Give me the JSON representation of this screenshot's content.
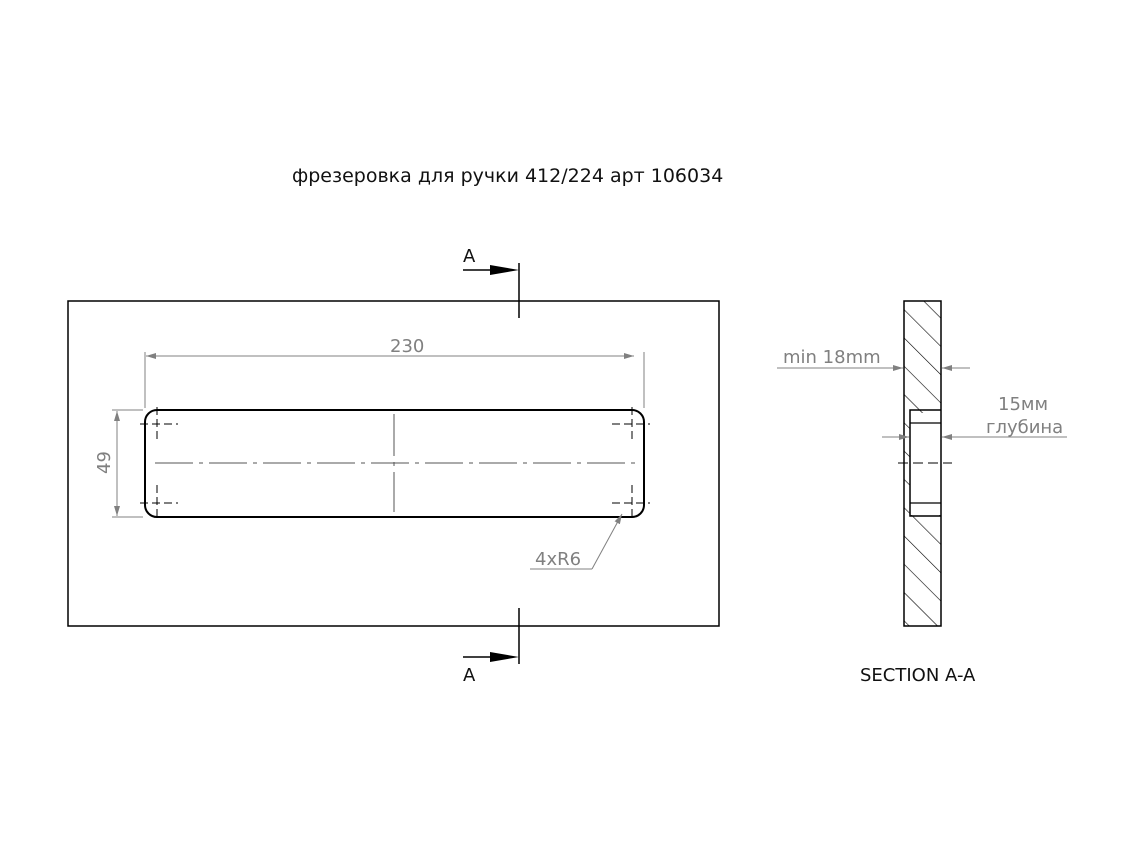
{
  "drawing": {
    "title": "фрезеровка для ручки 412/224 арт  106034",
    "front_view": {
      "section_marker_top": "A",
      "section_marker_bottom": "A",
      "dim_length": "230",
      "dim_height": "49",
      "dim_radius": "4xR6"
    },
    "section_view": {
      "dim_thickness": "min 18mm",
      "dim_depth_line1": "15мм",
      "dim_depth_line2": "глубина",
      "caption": "SECTION A-A"
    },
    "colors": {
      "line": "#000000",
      "dimension": "#808080",
      "background": "#ffffff"
    }
  }
}
